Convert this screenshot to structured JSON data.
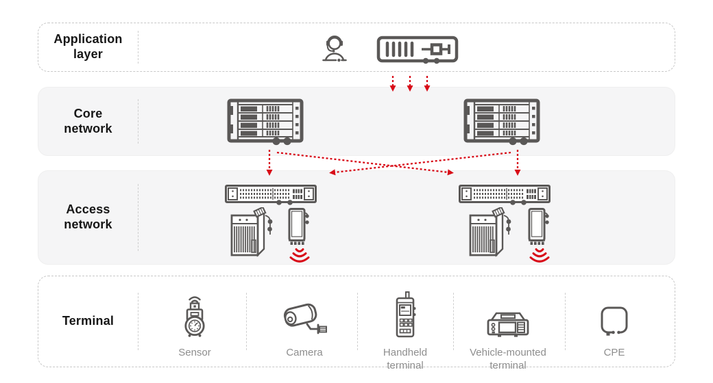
{
  "colors": {
    "icon_gray": "#5a5857",
    "signal_red": "#d80c18",
    "layer_fill": "#f5f5f6",
    "dashed_border": "#c7c7c7",
    "layer_label_text": "#161616",
    "terminal_label_text": "#8e8e8e"
  },
  "layers": {
    "application": {
      "label": "Application layer",
      "icons": [
        "operator-icon",
        "application-server-icon"
      ]
    },
    "core": {
      "label": "Core network",
      "icons": [
        "core-router-icon",
        "core-router-icon"
      ]
    },
    "access": {
      "label": "Access network",
      "groups": [
        {
          "icons": [
            "access-switch-icon",
            "bbu-cabinet-icon",
            "rru-icon",
            "radio-signal-icon"
          ]
        },
        {
          "icons": [
            "access-switch-icon",
            "bbu-cabinet-icon",
            "rru-icon",
            "radio-signal-icon"
          ]
        }
      ]
    },
    "terminal": {
      "label": "Terminal",
      "items": [
        {
          "label": "Sensor",
          "icon": "sensor-icon"
        },
        {
          "label": "Camera",
          "icon": "camera-icon"
        },
        {
          "label": "Handheld terminal",
          "icon": "handheld-terminal-icon"
        },
        {
          "label": "Vehicle-mounted terminal",
          "icon": "vehicle-mounted-terminal-icon"
        },
        {
          "label": "CPE",
          "icon": "cpe-icon"
        }
      ]
    }
  }
}
